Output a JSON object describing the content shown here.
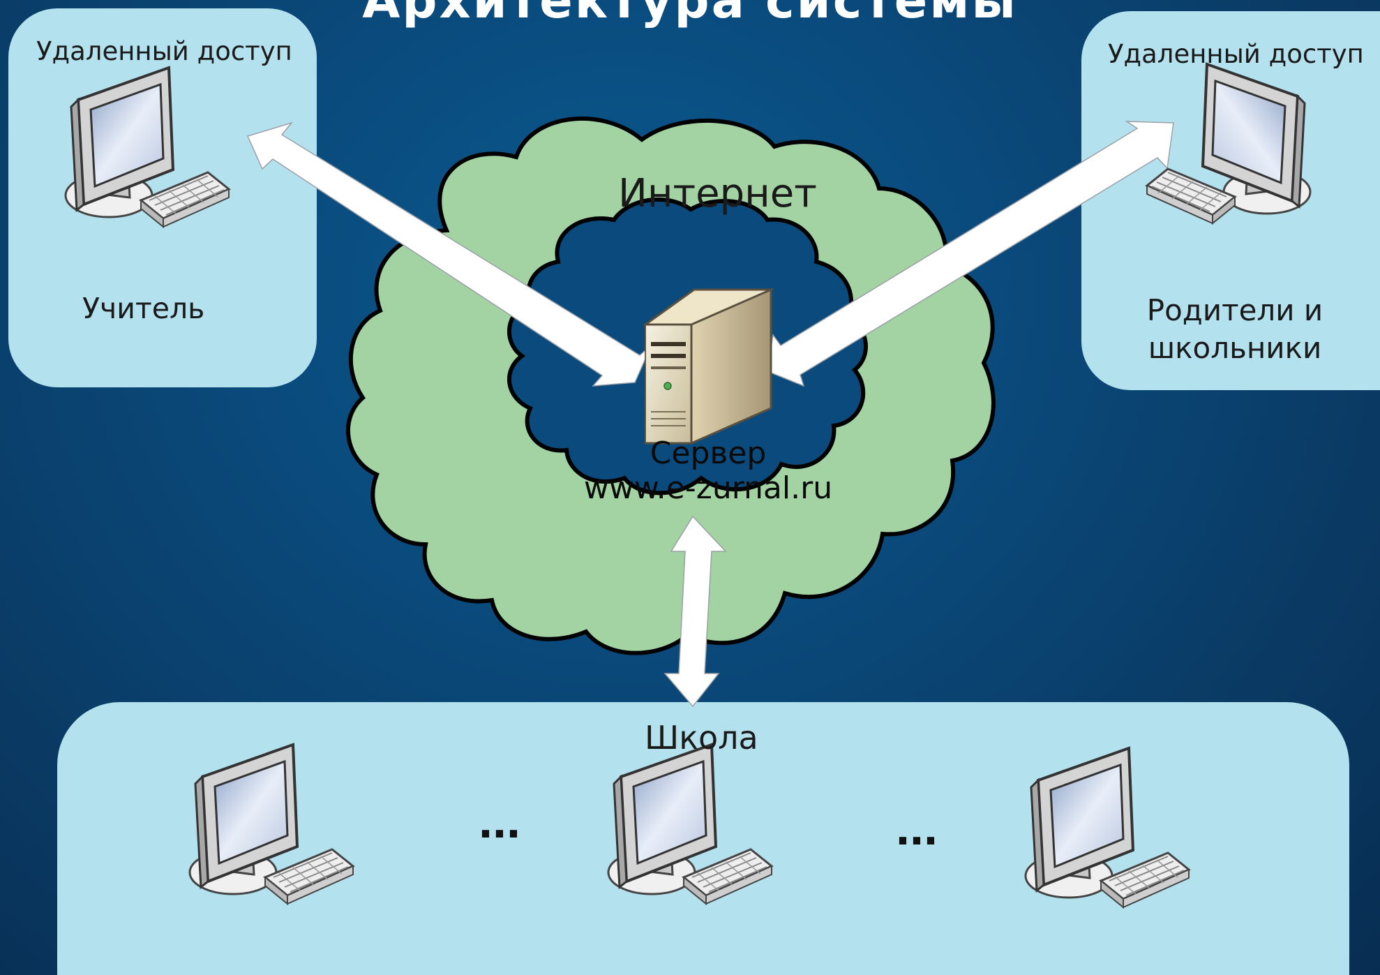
{
  "title": "Архитектура системы",
  "left_panel": {
    "header": "Удаленный доступ",
    "role": "Учитель"
  },
  "right_panel": {
    "header": "Удаленный доступ",
    "role": "Родители и школьники"
  },
  "internet": {
    "label": "Интернет"
  },
  "server": {
    "line1": "Сервер",
    "line2": "www.e-zurnal.ru"
  },
  "school": {
    "label": "Школа",
    "ellipsis": "..."
  },
  "icons": [
    "computer-icon",
    "server-icon",
    "cloud-icon",
    "arrow-icon"
  ],
  "colors": {
    "background": "#0a4a7c",
    "panel": "#b4e1ee",
    "cloud": "#a3d2a3",
    "arrow": "#ffffff"
  }
}
